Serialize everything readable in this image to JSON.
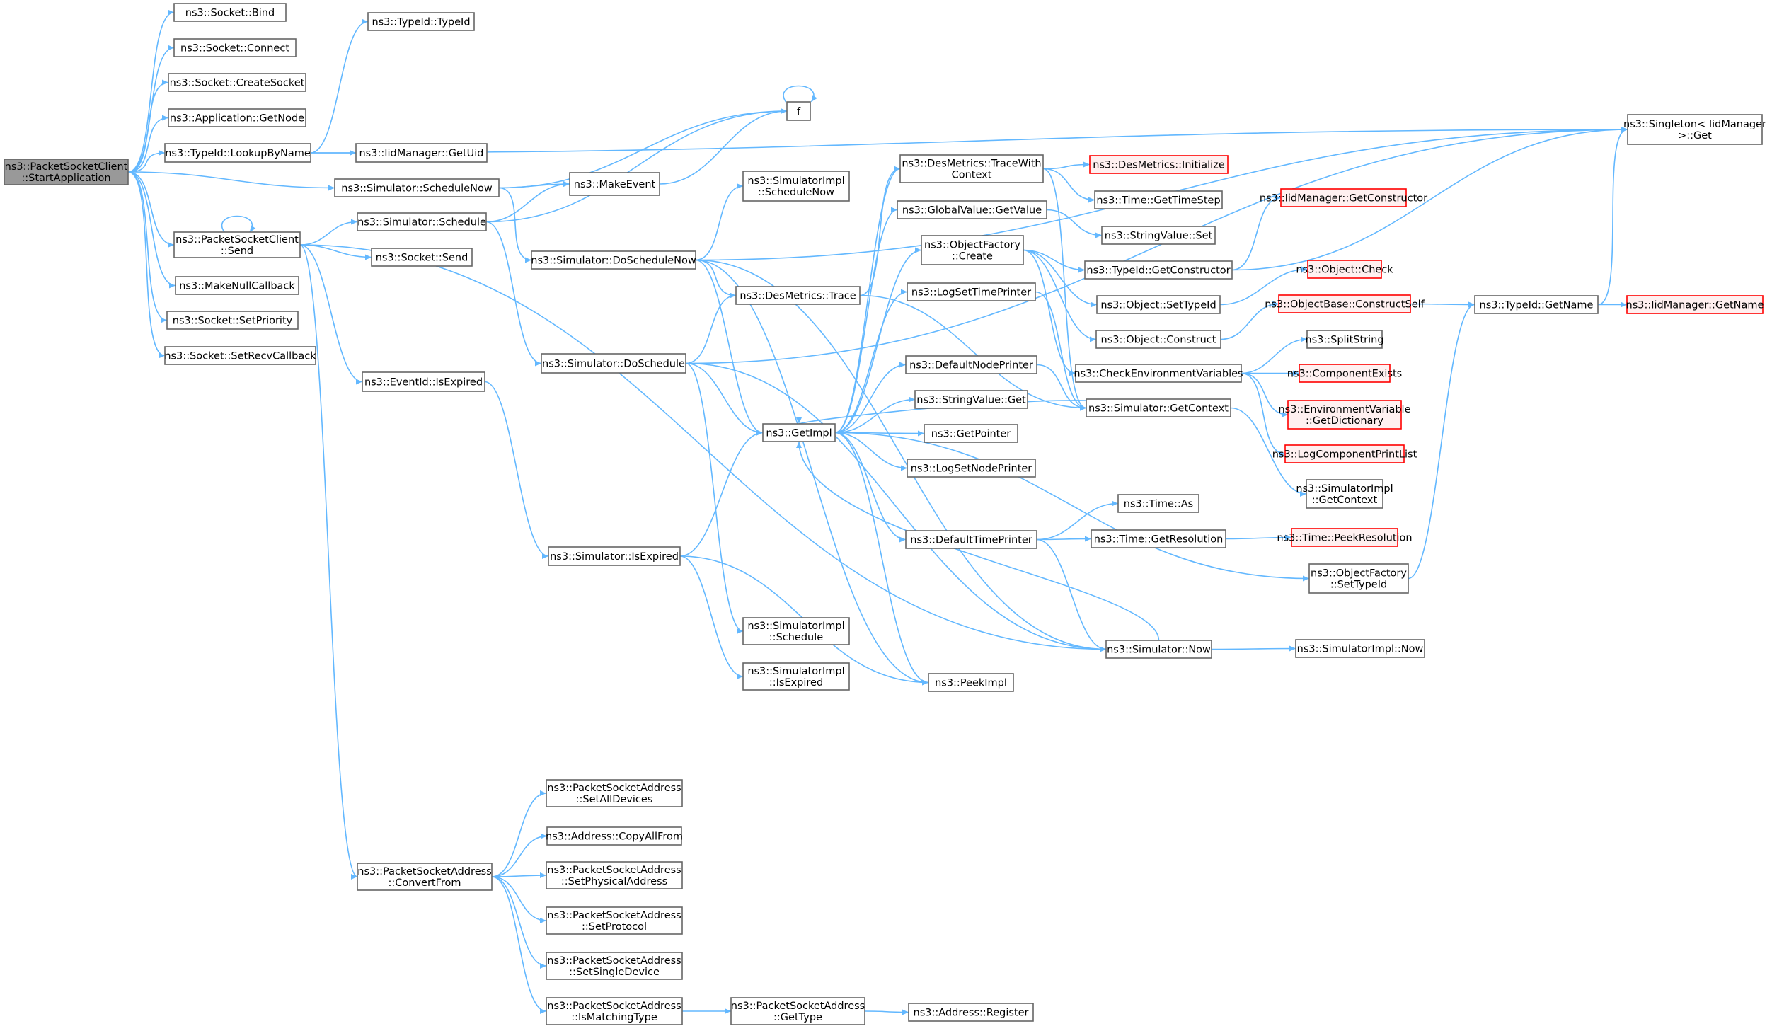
{
  "diagram": {
    "type": "call-graph",
    "nodes": [
      {
        "id": "root",
        "lines": [
          "ns3::PacketSocketClient",
          "::StartApplication"
        ],
        "style": "root"
      },
      {
        "id": "sock_bind",
        "lines": [
          "ns3::Socket::Bind"
        ],
        "style": "normal"
      },
      {
        "id": "sock_connect",
        "lines": [
          "ns3::Socket::Connect"
        ],
        "style": "normal"
      },
      {
        "id": "sock_create",
        "lines": [
          "ns3::Socket::CreateSocket"
        ],
        "style": "normal"
      },
      {
        "id": "app_getnode",
        "lines": [
          "ns3::Application::GetNode"
        ],
        "style": "normal"
      },
      {
        "id": "typeid_lookup",
        "lines": [
          "ns3::TypeId::LookupByName"
        ],
        "style": "normal"
      },
      {
        "id": "typeid_typeid",
        "lines": [
          "ns3::TypeId::TypeId"
        ],
        "style": "normal"
      },
      {
        "id": "iid_getuid",
        "lines": [
          "ns3::IidManager::GetUid"
        ],
        "style": "normal"
      },
      {
        "id": "sim_schednow",
        "lines": [
          "ns3::Simulator::ScheduleNow"
        ],
        "style": "normal"
      },
      {
        "id": "psc_send",
        "lines": [
          "ns3::PacketSocketClient",
          "::Send"
        ],
        "style": "normal"
      },
      {
        "id": "nullcb",
        "lines": [
          "ns3::MakeNullCallback"
        ],
        "style": "normal"
      },
      {
        "id": "setprio",
        "lines": [
          "ns3::Socket::SetPriority"
        ],
        "style": "normal"
      },
      {
        "id": "setrecv",
        "lines": [
          "ns3::Socket::SetRecvCallback"
        ],
        "style": "normal"
      },
      {
        "id": "sim_sched",
        "lines": [
          "ns3::Simulator::Schedule"
        ],
        "style": "normal"
      },
      {
        "id": "sock_send",
        "lines": [
          "ns3::Socket::Send"
        ],
        "style": "normal"
      },
      {
        "id": "evt_isexp",
        "lines": [
          "ns3::EventId::IsExpired"
        ],
        "style": "normal"
      },
      {
        "id": "psa_convert",
        "lines": [
          "ns3::PacketSocketAddress",
          "::ConvertFrom"
        ],
        "style": "normal"
      },
      {
        "id": "f",
        "lines": [
          "f"
        ],
        "style": "normal"
      },
      {
        "id": "makeevent",
        "lines": [
          "ns3::MakeEvent"
        ],
        "style": "normal"
      },
      {
        "id": "sim_doschednow",
        "lines": [
          "ns3::Simulator::DoScheduleNow"
        ],
        "style": "normal"
      },
      {
        "id": "sim_dosched",
        "lines": [
          "ns3::Simulator::DoSchedule"
        ],
        "style": "normal"
      },
      {
        "id": "sim_isexp",
        "lines": [
          "ns3::Simulator::IsExpired"
        ],
        "style": "normal"
      },
      {
        "id": "psa_setall",
        "lines": [
          "ns3::PacketSocketAddress",
          "::SetAllDevices"
        ],
        "style": "normal"
      },
      {
        "id": "addr_copy",
        "lines": [
          "ns3::Address::CopyAllFrom"
        ],
        "style": "normal"
      },
      {
        "id": "psa_setphys",
        "lines": [
          "ns3::PacketSocketAddress",
          "::SetPhysicalAddress"
        ],
        "style": "normal"
      },
      {
        "id": "psa_setproto",
        "lines": [
          "ns3::PacketSocketAddress",
          "::SetProtocol"
        ],
        "style": "normal"
      },
      {
        "id": "psa_setsingle",
        "lines": [
          "ns3::PacketSocketAddress",
          "::SetSingleDevice"
        ],
        "style": "normal"
      },
      {
        "id": "psa_ismatch",
        "lines": [
          "ns3::PacketSocketAddress",
          "::IsMatchingType"
        ],
        "style": "normal"
      },
      {
        "id": "simimpl_schednow",
        "lines": [
          "ns3::SimulatorImpl",
          "::ScheduleNow"
        ],
        "style": "normal"
      },
      {
        "id": "desm_trace",
        "lines": [
          "ns3::DesMetrics::Trace"
        ],
        "style": "normal"
      },
      {
        "id": "getimpl",
        "lines": [
          "ns3::GetImpl"
        ],
        "style": "normal"
      },
      {
        "id": "simimpl_sched",
        "lines": [
          "ns3::SimulatorImpl",
          "::Schedule"
        ],
        "style": "normal"
      },
      {
        "id": "simimpl_isexp",
        "lines": [
          "ns3::SimulatorImpl",
          "::IsExpired"
        ],
        "style": "normal"
      },
      {
        "id": "psa_gettype",
        "lines": [
          "ns3::PacketSocketAddress",
          "::GetType"
        ],
        "style": "normal"
      },
      {
        "id": "desm_tracewith",
        "lines": [
          "ns3::DesMetrics::TraceWith",
          "Context"
        ],
        "style": "normal"
      },
      {
        "id": "gv_getvalue",
        "lines": [
          "ns3::GlobalValue::GetValue"
        ],
        "style": "normal"
      },
      {
        "id": "of_create",
        "lines": [
          "ns3::ObjectFactory",
          "::Create"
        ],
        "style": "normal"
      },
      {
        "id": "logsettime",
        "lines": [
          "ns3::LogSetTimePrinter"
        ],
        "style": "normal"
      },
      {
        "id": "defnodeprinter",
        "lines": [
          "ns3::DefaultNodePrinter"
        ],
        "style": "normal"
      },
      {
        "id": "sv_get",
        "lines": [
          "ns3::StringValue::Get"
        ],
        "style": "normal"
      },
      {
        "id": "getpointer",
        "lines": [
          "ns3::GetPointer"
        ],
        "style": "normal"
      },
      {
        "id": "logsetnode",
        "lines": [
          "ns3::LogSetNodePrinter"
        ],
        "style": "normal"
      },
      {
        "id": "deftimeprinter",
        "lines": [
          "ns3::DefaultTimePrinter"
        ],
        "style": "normal"
      },
      {
        "id": "peekimpl",
        "lines": [
          "ns3::PeekImpl"
        ],
        "style": "normal"
      },
      {
        "id": "addr_register",
        "lines": [
          "ns3::Address::Register"
        ],
        "style": "normal"
      },
      {
        "id": "desm_init",
        "lines": [
          "ns3::DesMetrics::Initialize"
        ],
        "style": "red"
      },
      {
        "id": "time_gettimestep",
        "lines": [
          "ns3::Time::GetTimeStep"
        ],
        "style": "normal"
      },
      {
        "id": "sv_set",
        "lines": [
          "ns3::StringValue::Set"
        ],
        "style": "normal"
      },
      {
        "id": "typeid_getctor",
        "lines": [
          "ns3::TypeId::GetConstructor"
        ],
        "style": "normal"
      },
      {
        "id": "obj_settypeid",
        "lines": [
          "ns3::Object::SetTypeId"
        ],
        "style": "normal"
      },
      {
        "id": "obj_construct",
        "lines": [
          "ns3::Object::Construct"
        ],
        "style": "normal"
      },
      {
        "id": "checkenv",
        "lines": [
          "ns3::CheckEnvironmentVariables"
        ],
        "style": "normal"
      },
      {
        "id": "sim_getcontext",
        "lines": [
          "ns3::Simulator::GetContext"
        ],
        "style": "normal"
      },
      {
        "id": "time_as",
        "lines": [
          "ns3::Time::As"
        ],
        "style": "normal"
      },
      {
        "id": "time_getres",
        "lines": [
          "ns3::Time::GetResolution"
        ],
        "style": "normal"
      },
      {
        "id": "sim_now",
        "lines": [
          "ns3::Simulator::Now"
        ],
        "style": "normal"
      },
      {
        "id": "iid_getctor",
        "lines": [
          "ns3::IidManager::GetConstructor"
        ],
        "style": "red"
      },
      {
        "id": "obj_check",
        "lines": [
          "ns3::Object::Check"
        ],
        "style": "red"
      },
      {
        "id": "ob_constructself",
        "lines": [
          "ns3::ObjectBase::ConstructSelf"
        ],
        "style": "red"
      },
      {
        "id": "splitstring",
        "lines": [
          "ns3::SplitString"
        ],
        "style": "normal"
      },
      {
        "id": "compexists",
        "lines": [
          "ns3::ComponentExists"
        ],
        "style": "red"
      },
      {
        "id": "envvar_getdict",
        "lines": [
          "ns3::EnvironmentVariable",
          "::GetDictionary"
        ],
        "style": "red"
      },
      {
        "id": "logcompprint",
        "lines": [
          "ns3::LogComponentPrintList"
        ],
        "style": "red"
      },
      {
        "id": "simimpl_getctx",
        "lines": [
          "ns3::SimulatorImpl",
          "::GetContext"
        ],
        "style": "normal"
      },
      {
        "id": "time_peekres",
        "lines": [
          "ns3::Time::PeekResolution"
        ],
        "style": "red"
      },
      {
        "id": "of_settypeid",
        "lines": [
          "ns3::ObjectFactory",
          "::SetTypeId"
        ],
        "style": "normal"
      },
      {
        "id": "simimpl_now",
        "lines": [
          "ns3::SimulatorImpl::Now"
        ],
        "style": "normal"
      },
      {
        "id": "singleton",
        "lines": [
          "ns3::Singleton< IidManager",
          ">::Get"
        ],
        "style": "normal"
      },
      {
        "id": "typeid_getname",
        "lines": [
          "ns3::TypeId::GetName"
        ],
        "style": "normal"
      },
      {
        "id": "iid_getname",
        "lines": [
          "ns3::IidManager::GetName"
        ],
        "style": "red"
      }
    ]
  }
}
